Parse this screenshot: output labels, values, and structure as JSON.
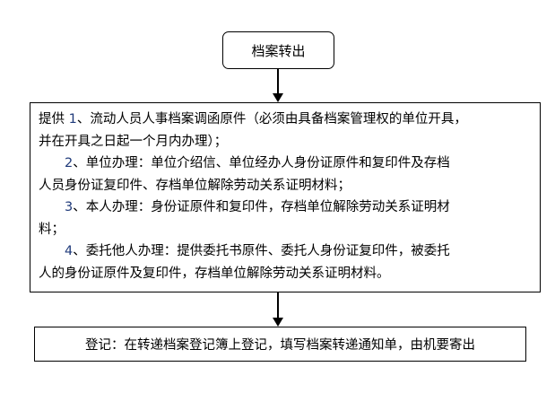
{
  "start": {
    "label": "档案转出"
  },
  "requirements": {
    "item1": {
      "prefix": "提供 ",
      "num": "1",
      "line1": "、流动人员人事档案调函原件（必须由具备档案管理权的单位开具，",
      "line2": "并在开具之日起一个月内办理）；"
    },
    "item2": {
      "num": "2",
      "line1": "、单位办理：单位介绍信、单位经办人身份证原件和复印件及存档",
      "line2": "人员身份证复印件、存档单位解除劳动关系证明材料；"
    },
    "item3": {
      "num": "3",
      "line1": "、本人办理：身份证原件和复印件，存档单位解除劳动关系证明材",
      "line2": "料；"
    },
    "item4": {
      "num": "4",
      "line1": "、委托他人办理：提供委托书原件、委托人身份证复印件，被委托",
      "line2": "人的身份证原件及复印件，存档单位解除劳动关系证明材料。"
    }
  },
  "register": {
    "label": "登记：在转递档案登记簿上登记，填写档案转递通知单，由机要寄出"
  }
}
